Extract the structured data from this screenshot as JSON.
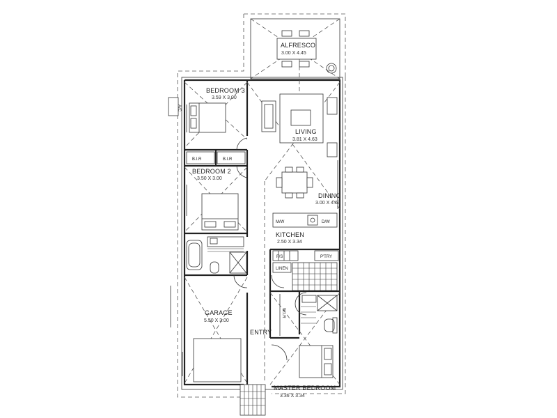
{
  "rooms": {
    "alfresco": {
      "name": "ALFRESCO",
      "dims": "3.00 X 4.45"
    },
    "bedroom3": {
      "name": "BEDROOM 3",
      "dims": "3.59 X 3.00"
    },
    "living": {
      "name": "LIVING",
      "dims": "3.81 X 4.63"
    },
    "bedroom2": {
      "name": "BEDROOM 2",
      "dims": "3.50 X 3.00"
    },
    "dining": {
      "name": "DINING",
      "dims": "3.00 X 4.63"
    },
    "kitchen": {
      "name": "KITCHEN",
      "dims": "2.50 X 3.34"
    },
    "garage": {
      "name": "GARAGE",
      "dims": "5.50 X 3.00"
    },
    "master": {
      "name": "MASTER BEDROOM",
      "dims": "3.36 X 3.34"
    }
  },
  "labels": {
    "bir_left": "B.I.R",
    "bir_right": "B.I.R",
    "mw": "M/W",
    "dw": "D/W",
    "fs": "F/S",
    "ptry": "P'TRY",
    "linen": "LINEN",
    "wir": "W.I.R",
    "entry": "ENTRY",
    "ac": "A/C"
  }
}
